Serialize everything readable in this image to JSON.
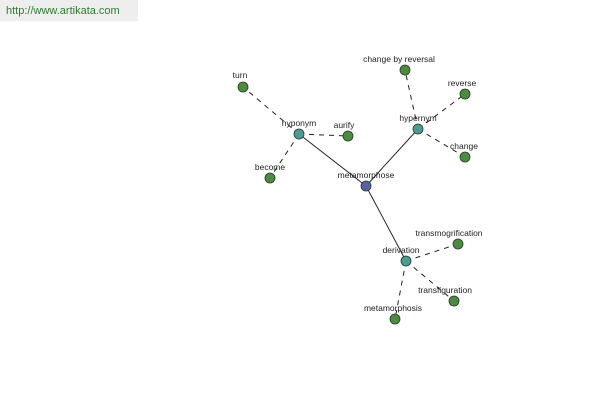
{
  "header": {
    "source_url": "http://www.artikata.com"
  },
  "colors": {
    "center_node": "#5a5fa6",
    "relation_node": "#4f9a96",
    "leaf_node": "#4e8a42",
    "node_stroke": "#1f3f1f",
    "edge": "#222222"
  },
  "graph": {
    "center": "metamorphose",
    "nodes": [
      {
        "id": "metamorphose",
        "label": "metamorphose",
        "kind": "center"
      },
      {
        "id": "hyponym",
        "label": "hyponym",
        "kind": "relation"
      },
      {
        "id": "hypernym",
        "label": "hypernym",
        "kind": "relation"
      },
      {
        "id": "derivation",
        "label": "derivation",
        "kind": "relation"
      },
      {
        "id": "turn",
        "label": "turn",
        "kind": "leaf"
      },
      {
        "id": "aurify",
        "label": "aurify",
        "kind": "leaf"
      },
      {
        "id": "become",
        "label": "become",
        "kind": "leaf"
      },
      {
        "id": "change_by_reversal",
        "label": "change by reversal",
        "kind": "leaf"
      },
      {
        "id": "reverse",
        "label": "reverse",
        "kind": "leaf"
      },
      {
        "id": "change",
        "label": "change",
        "kind": "leaf"
      },
      {
        "id": "transmogrification",
        "label": "transmogrification",
        "kind": "leaf"
      },
      {
        "id": "transfiguration",
        "label": "transfiguration",
        "kind": "leaf"
      },
      {
        "id": "metamorphosis",
        "label": "metamorphosis",
        "kind": "leaf"
      }
    ],
    "edges": [
      {
        "from": "metamorphose",
        "to": "hyponym",
        "style": "solid"
      },
      {
        "from": "metamorphose",
        "to": "hypernym",
        "style": "solid"
      },
      {
        "from": "metamorphose",
        "to": "derivation",
        "style": "solid"
      },
      {
        "from": "hyponym",
        "to": "turn",
        "style": "dashed"
      },
      {
        "from": "hyponym",
        "to": "aurify",
        "style": "dashed"
      },
      {
        "from": "hyponym",
        "to": "become",
        "style": "dashed"
      },
      {
        "from": "hypernym",
        "to": "change_by_reversal",
        "style": "dashed"
      },
      {
        "from": "hypernym",
        "to": "reverse",
        "style": "dashed"
      },
      {
        "from": "hypernym",
        "to": "change",
        "style": "dashed"
      },
      {
        "from": "derivation",
        "to": "transmogrification",
        "style": "dashed"
      },
      {
        "from": "derivation",
        "to": "transfiguration",
        "style": "dashed"
      },
      {
        "from": "derivation",
        "to": "metamorphosis",
        "style": "dashed"
      }
    ]
  }
}
